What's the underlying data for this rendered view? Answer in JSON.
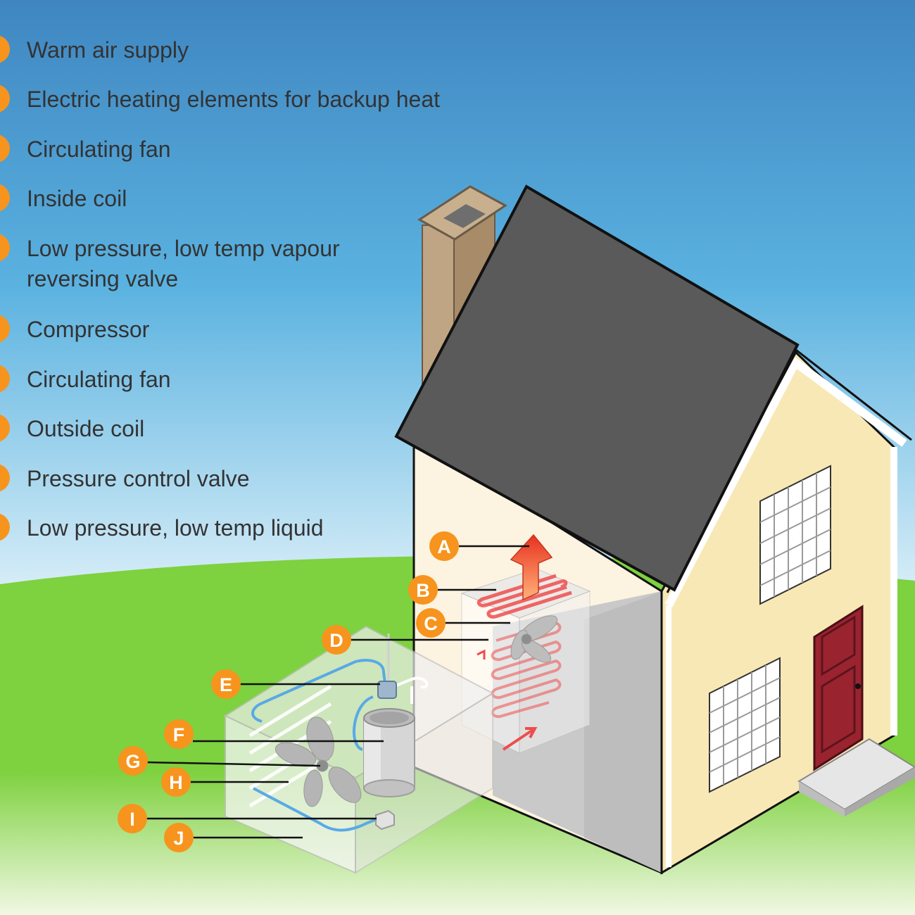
{
  "colors": {
    "sky_top": "#3f86c1",
    "sky_mid": "#5ab2e0",
    "sky_bottom": "#e9f6fb",
    "grass": "#7ed13f",
    "grass_light": "#f1f8e4",
    "roof": "#5a5a5a",
    "house_front": "#f8e8b6",
    "house_side": "#fdf3e1",
    "foundation": "#c9c9c9",
    "chimney": "#bfa584",
    "door": "#9a2330",
    "callout": "#f7941d",
    "heat_red": "#ee4d4d",
    "cool_blue": "#5aa9e6"
  },
  "legend": [
    {
      "id": "A",
      "text": "Warm air supply"
    },
    {
      "id": "B",
      "text": "Electric heating elements for backup heat"
    },
    {
      "id": "C",
      "text": "Circulating fan"
    },
    {
      "id": "D",
      "text": "Inside coil"
    },
    {
      "id": "E",
      "text": "Low pressure, low temp vapour\nreversing valve"
    },
    {
      "id": "F",
      "text": "Compressor"
    },
    {
      "id": "G",
      "text": "Circulating fan"
    },
    {
      "id": "H",
      "text": "Outside coil"
    },
    {
      "id": "I",
      "text": "Pressure control valve"
    },
    {
      "id": "J",
      "text": "Low pressure, low temp liquid"
    }
  ],
  "callouts": {
    "A": "A",
    "B": "B",
    "C": "C",
    "D": "D",
    "E": "E",
    "F": "F",
    "G": "G",
    "H": "H",
    "I": "I",
    "J": "J"
  },
  "icons": {
    "legend_marker": "orange-circle-icon",
    "fan": "fan-icon",
    "warm_air": "up-arrow-icon"
  }
}
